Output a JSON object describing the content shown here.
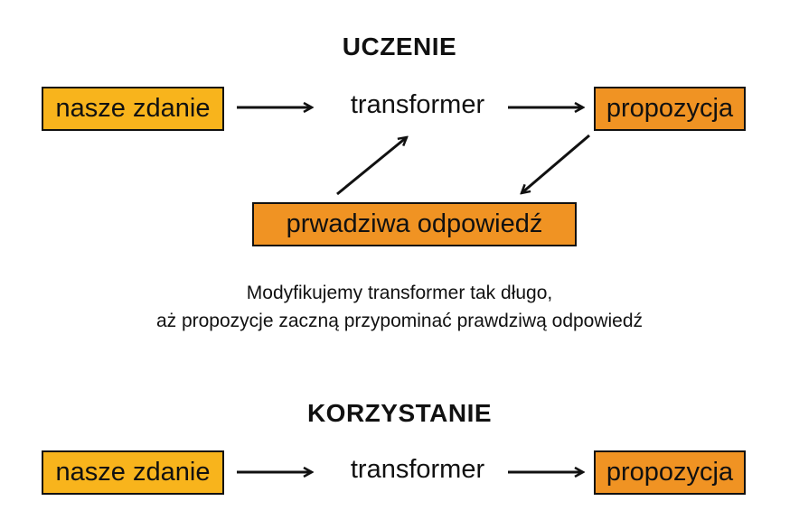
{
  "training": {
    "title": "UCZENIE",
    "input_label": "nasze zdanie",
    "model_label": "transformer",
    "output_label": "propozycja",
    "truth_label": "prwadziwa odpowiedź",
    "caption_line1": "Modyfikujemy transformer tak długo,",
    "caption_line2": "aż propozycje zaczną przypominać prawdziwą odpowiedź"
  },
  "inference": {
    "title": "KORZYSTANIE",
    "input_label": "nasze zdanie",
    "model_label": "transformer",
    "output_label": "propozycja"
  },
  "colors": {
    "input_box": "#f8b41c",
    "output_box": "#f09323",
    "stroke": "#111111"
  }
}
